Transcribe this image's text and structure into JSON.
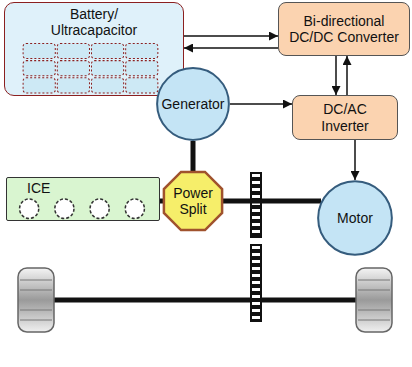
{
  "diagram": {
    "nodes": [
      {
        "text": [
          "Battery/ Ultracapacitor"
        ]
      },
      {
        "text": [
          "Bi-directional DC/DC Converter"
        ]
      },
      {
        "text": [
          "Generator"
        ]
      },
      {
        "text": [
          "DC/AC Inverter"
        ]
      },
      {
        "text": [
          "ICE"
        ]
      },
      {
        "text": [
          "Power Split"
        ]
      },
      {
        "text": [
          "Motor"
        ]
      }
    ],
    "edges": [
      {
        "from": 0,
        "to": 1,
        "arrow": "to"
      },
      {
        "from": 1,
        "to": 0,
        "arrow": "to"
      },
      {
        "from": 1,
        "to": 3,
        "arrow": "to"
      },
      {
        "from": 3,
        "to": 1,
        "arrow": "to"
      },
      {
        "from": 2,
        "to": 3,
        "arrow": "to"
      },
      {
        "from": 3,
        "to": 6,
        "arrow": "to"
      },
      {
        "from": 2,
        "to": 5,
        "arrow": "none"
      },
      {
        "from": 4,
        "to": 5,
        "arrow": "none"
      },
      {
        "from": 5,
        "to": 6,
        "arrow": "none"
      }
    ]
  }
}
